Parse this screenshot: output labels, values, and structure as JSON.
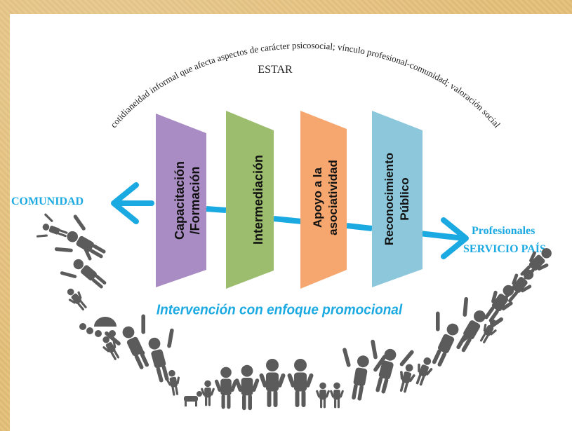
{
  "top_label": "ESTAR",
  "arc_text": "cotidianeidad informal que afecta aspectos de carácter psicosocial; vínculo profesional-comunidad; valoración social",
  "left_label": "COMUNIDAD",
  "right_label_line1": "Profesionales",
  "right_label_line2": "SERVICIO PAÍS",
  "bottom_label": "Intervención con enfoque promocional",
  "stages": [
    {
      "line1": "Capacitación",
      "line2": "/Formación",
      "color": "#a98cc4"
    },
    {
      "line1": "Intermediación",
      "line2": "",
      "color": "#9bbd6d"
    },
    {
      "line1": "Apoyo a la",
      "line2": "asociatividad",
      "color": "#f6a76f"
    },
    {
      "line1": "Reconocimiento",
      "line2": "Público",
      "color": "#8cc7dc"
    }
  ],
  "colors": {
    "arrow": "#1ba9e1",
    "label_blue": "#1ba9e1",
    "figures": "#5b5b5b"
  },
  "icons": [
    "person-figure-icon",
    "stroller-icon",
    "dog-icon",
    "balloons-icon"
  ]
}
